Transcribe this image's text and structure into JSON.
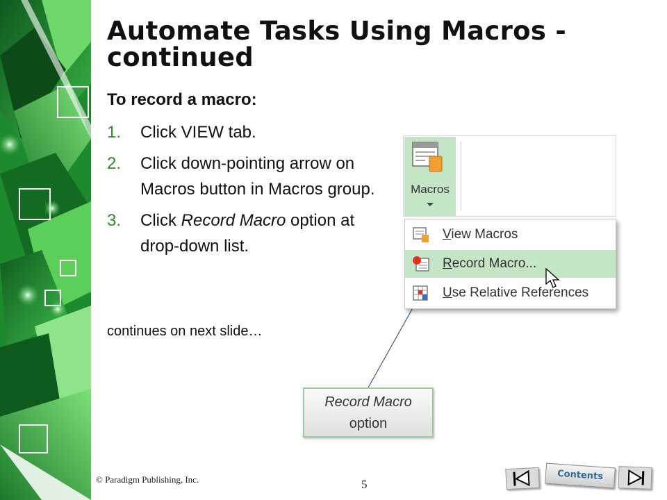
{
  "slide": {
    "title": "Automate Tasks Using Macros - continued",
    "subheading": "To record a macro:",
    "steps": [
      {
        "num": "1.",
        "text": "Click VIEW tab."
      },
      {
        "num": "2.",
        "text": "Click down-pointing arrow on Macros button in Macros group."
      },
      {
        "num": "3.",
        "text_italic": "Record Macro",
        "text_prefix": "Click ",
        "text_suffix": " option at drop-down list."
      }
    ],
    "continues": "continues on next slide…",
    "callout": {
      "italic": "Record Macro",
      "rest": "option"
    },
    "copyright": "© Paradigm Publishing, Inc.",
    "page_number": "5"
  },
  "screenshot": {
    "macros_button_label": "Macros",
    "menu_items": [
      {
        "underline": "V",
        "rest": "iew Macros",
        "icon": "view-macros-icon"
      },
      {
        "underline": "R",
        "rest": "ecord Macro...",
        "icon": "record-macro-icon",
        "highlighted": true
      },
      {
        "underline": "U",
        "rest": "se Relative References",
        "icon": "relative-references-icon"
      }
    ]
  },
  "nav": {
    "contents_label": "Contents",
    "prev_icon": "triangle-left-icon",
    "next_icon": "triangle-right-icon"
  },
  "colors": {
    "accent_green": "#2d8a2d",
    "highlight": "#c5e5c7",
    "nav_text": "#2e6b9e"
  }
}
